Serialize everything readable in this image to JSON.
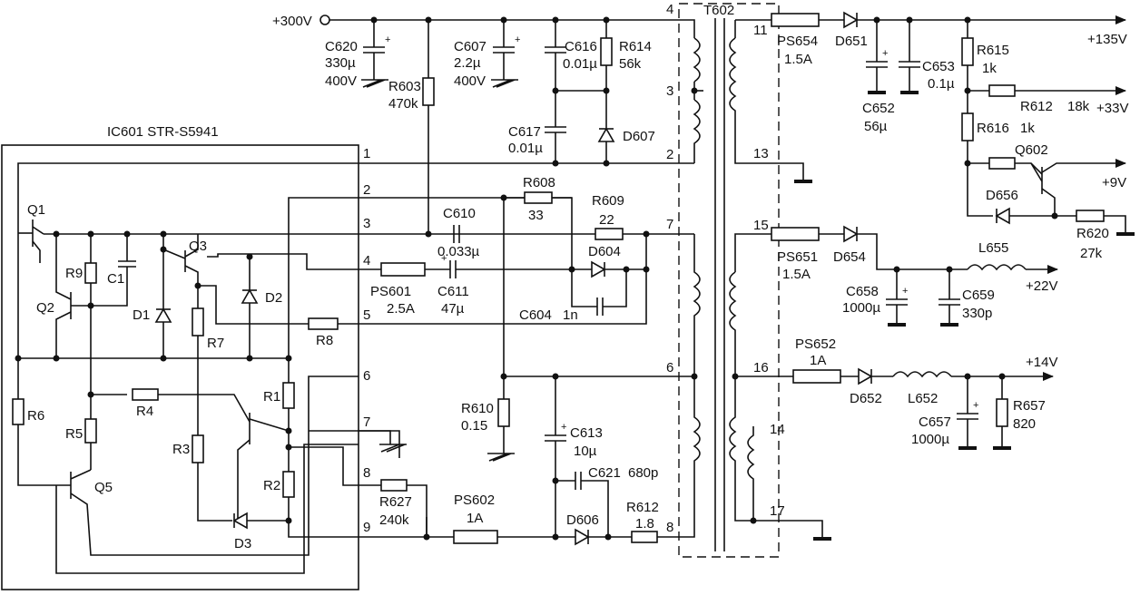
{
  "supply": "+300V",
  "ic": "IC601  STR-S5941",
  "transformer": "T602",
  "outputs": {
    "v135": "+135V",
    "v33": "+33V",
    "v9": "+9V",
    "v22": "+22V",
    "v14": "+14V"
  },
  "ic_pins": [
    "1",
    "2",
    "3",
    "4",
    "5",
    "6",
    "7",
    "8",
    "9"
  ],
  "tr_pins": [
    "4",
    "3",
    "2",
    "7",
    "6",
    "8",
    "11",
    "13",
    "15",
    "16",
    "14",
    "17"
  ],
  "internal": [
    "Q1",
    "Q2",
    "Q3",
    "Q5",
    "R9",
    "C1",
    "D1",
    "D2",
    "R7",
    "R8",
    "R6",
    "R5",
    "R4",
    "R3",
    "D3",
    "R1",
    "R2"
  ],
  "components": {
    "c620": [
      "C620",
      "330µ",
      "400V"
    ],
    "r603": [
      "R603",
      "470k"
    ],
    "c607": [
      "C607",
      "2.2µ",
      "400V"
    ],
    "c616": [
      "C616",
      "0.01µ"
    ],
    "r614": [
      "R614",
      "56k"
    ],
    "c617": [
      "C617",
      "0.01µ"
    ],
    "d607": [
      "D607"
    ],
    "c610": [
      "C610",
      "0.033µ"
    ],
    "r608": [
      "R608",
      "33"
    ],
    "r609": [
      "R609",
      "22"
    ],
    "d604": [
      "D604"
    ],
    "ps601": [
      "PS601",
      "2.5A"
    ],
    "c611": [
      "C611",
      "47µ"
    ],
    "c604": [
      "C604",
      "1n"
    ],
    "r610": [
      "R610",
      "0.15"
    ],
    "c613": [
      "C613",
      "10µ"
    ],
    "c621": [
      "C621",
      "680p"
    ],
    "d606": [
      "D606"
    ],
    "r612b": [
      "R612",
      "1.8"
    ],
    "ps602": [
      "PS602",
      "1A"
    ],
    "r627": [
      "R627",
      "240k"
    ],
    "ps654": [
      "PS654",
      "1.5A"
    ],
    "d651": [
      "D651"
    ],
    "c652": [
      "C652",
      "56µ"
    ],
    "c653": [
      "C653",
      "0.1µ"
    ],
    "r615": [
      "R615",
      "1k"
    ],
    "r612": [
      "R612",
      "18k"
    ],
    "r616": [
      "R616",
      "1k"
    ],
    "q602": [
      "Q602"
    ],
    "d656": [
      "D656"
    ],
    "r620": [
      "R620",
      "27k"
    ],
    "ps651": [
      "PS651",
      "1.5A"
    ],
    "d654": [
      "D654"
    ],
    "l655": [
      "L655"
    ],
    "c658": [
      "C658",
      "1000µ"
    ],
    "c659": [
      "C659",
      "330p"
    ],
    "ps652": [
      "PS652",
      "1A"
    ],
    "d652": [
      "D652"
    ],
    "l652": [
      "L652"
    ],
    "c657": [
      "C657",
      "1000µ"
    ],
    "r657": [
      "R657",
      "820"
    ]
  }
}
